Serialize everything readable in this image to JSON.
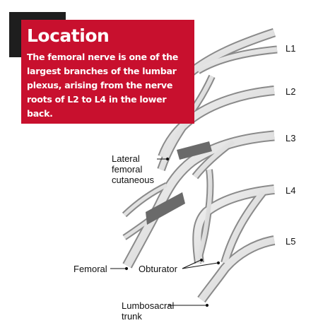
{
  "info": {
    "title": "Location",
    "text": "The femoral nerve is one of the largest branches of the lumbar plexus, arising from the nerve roots of L2 to L4 in the lower back."
  },
  "levels": [
    "L1",
    "L2",
    "L3",
    "L4",
    "L5"
  ],
  "labels": {
    "lateral_femoral_cutaneous": [
      "Lateral",
      "femoral",
      "cutaneous"
    ],
    "femoral": "Femoral",
    "obturator": "Obturator",
    "lumbosacral_trunk": [
      "Lumbosacral",
      "trunk"
    ]
  },
  "colors": {
    "red": "#c8102e",
    "nerve_fill": "#e2e2e2",
    "nerve_outline": "#8a8a8a",
    "nerve_shadow": "#5c5c5c",
    "dark": "#1e1e1e"
  }
}
